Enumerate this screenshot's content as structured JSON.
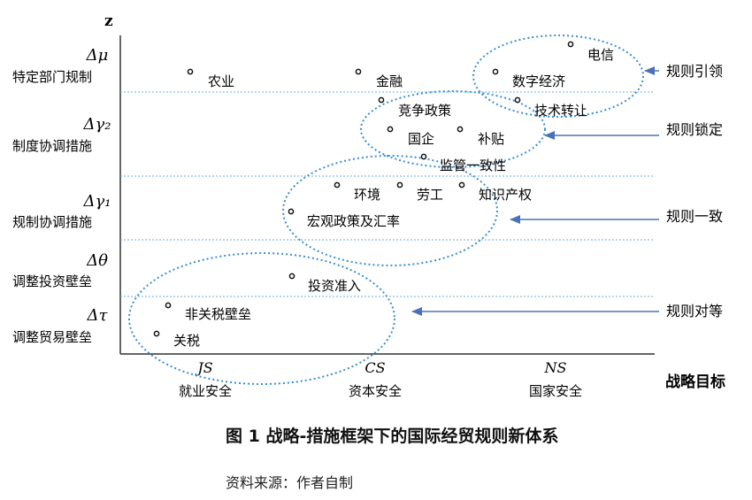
{
  "axis": {
    "y_title": "z",
    "x_title": "战略目标"
  },
  "levels": [
    {
      "symbol": "Δμ",
      "label": "特定部门规制"
    },
    {
      "symbol": "Δγ₂",
      "label": "制度协调措施"
    },
    {
      "symbol": "Δγ₁",
      "label": "规制协调措施"
    },
    {
      "symbol": "Δθ",
      "label": "调整投资壁垒"
    },
    {
      "symbol": "Δτ",
      "label": "调整贸易壁垒"
    }
  ],
  "goals": [
    {
      "abbr": "JS",
      "label": "就业安全"
    },
    {
      "abbr": "CS",
      "label": "资本安全"
    },
    {
      "abbr": "NS",
      "label": "国家安全"
    }
  ],
  "items": [
    {
      "label": "电信"
    },
    {
      "label": "农业"
    },
    {
      "label": "金融"
    },
    {
      "label": "数字经济"
    },
    {
      "label": "竞争政策"
    },
    {
      "label": "技术转让"
    },
    {
      "label": "国企"
    },
    {
      "label": "补贴"
    },
    {
      "label": "监管一致性"
    },
    {
      "label": "环境"
    },
    {
      "label": "劳工"
    },
    {
      "label": "知识产权"
    },
    {
      "label": "宏观政策及汇率"
    },
    {
      "label": "投资准入"
    },
    {
      "label": "非关税壁垒"
    },
    {
      "label": "关税"
    }
  ],
  "rules": [
    {
      "label": "规则引领"
    },
    {
      "label": "规则锁定"
    },
    {
      "label": "规则一致"
    },
    {
      "label": "规则对等"
    }
  ],
  "caption": "图 1  战略-措施框架下的国际经贸规则新体系",
  "source": "资料来源：作者自制",
  "colors": {
    "ellipse": "#3a8fd0",
    "arrow": "#4a72b8",
    "axis": "#333333",
    "gridline": "#6aaee0"
  }
}
